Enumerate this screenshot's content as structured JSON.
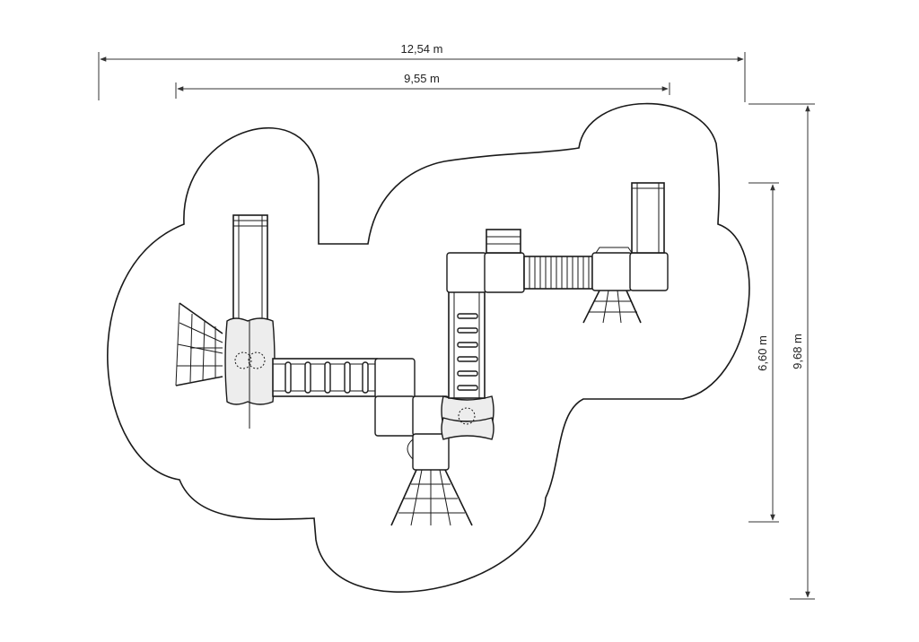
{
  "dimensions": {
    "overall_width": "12,54 m",
    "inner_width": "9,55 m",
    "overall_depth": "9,68 m",
    "inner_depth": "6,60 m"
  }
}
